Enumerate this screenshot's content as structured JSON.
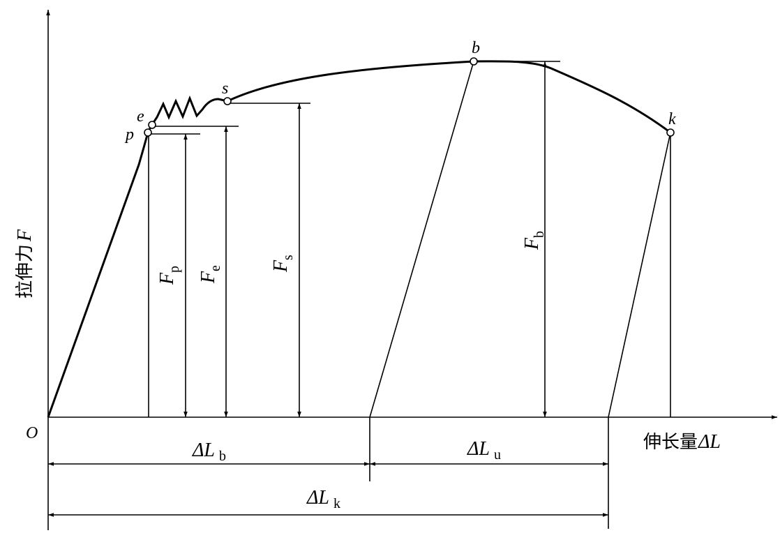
{
  "axes": {
    "origin": "O",
    "y_label_cn": "拉伸力",
    "y_label_sym": "F",
    "x_label_cn": "伸长量",
    "x_label_sym": "ΔL"
  },
  "points": {
    "p": "p",
    "e": "e",
    "s": "s",
    "b": "b",
    "k": "k"
  },
  "forces": {
    "Fp": {
      "base": "F",
      "sub": "p"
    },
    "Fe": {
      "base": "F",
      "sub": "e"
    },
    "Fs": {
      "base": "F",
      "sub": "s"
    },
    "Fb": {
      "base": "F",
      "sub": "b"
    }
  },
  "elongations": {
    "dLb": {
      "base": "ΔL",
      "sub": "b"
    },
    "dLu": {
      "base": "ΔL",
      "sub": "u"
    },
    "dLk": {
      "base": "ΔL",
      "sub": "k"
    }
  }
}
